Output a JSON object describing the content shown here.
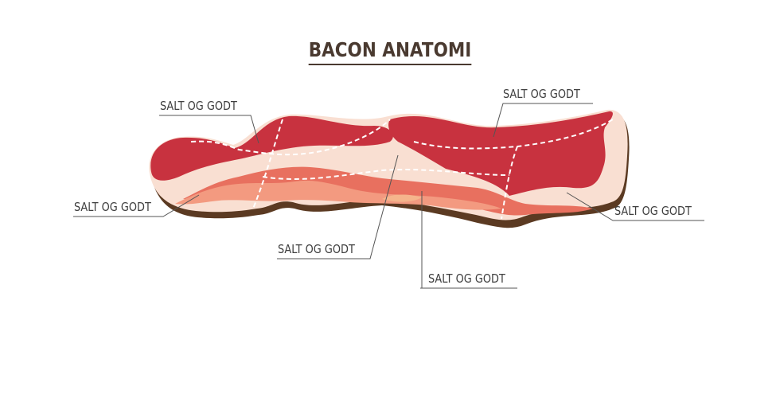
{
  "title": "BACON ANATOMI",
  "labels": {
    "top_left": "SALT OG GODT",
    "top_right": "SALT OG GODT",
    "left": "SALT OG GODT",
    "right": "SALT OG GODT",
    "center_left": "SALT OG GODT",
    "center_right": "SALT OG GODT"
  },
  "colors": {
    "title": "#4a3a30",
    "shadow": "#5b3a22",
    "fat": "#f9dfd2",
    "meat_dark": "#c8323f",
    "meat_mid": "#e8705f",
    "meat_light": "#f39a80",
    "leader": "#555555"
  }
}
